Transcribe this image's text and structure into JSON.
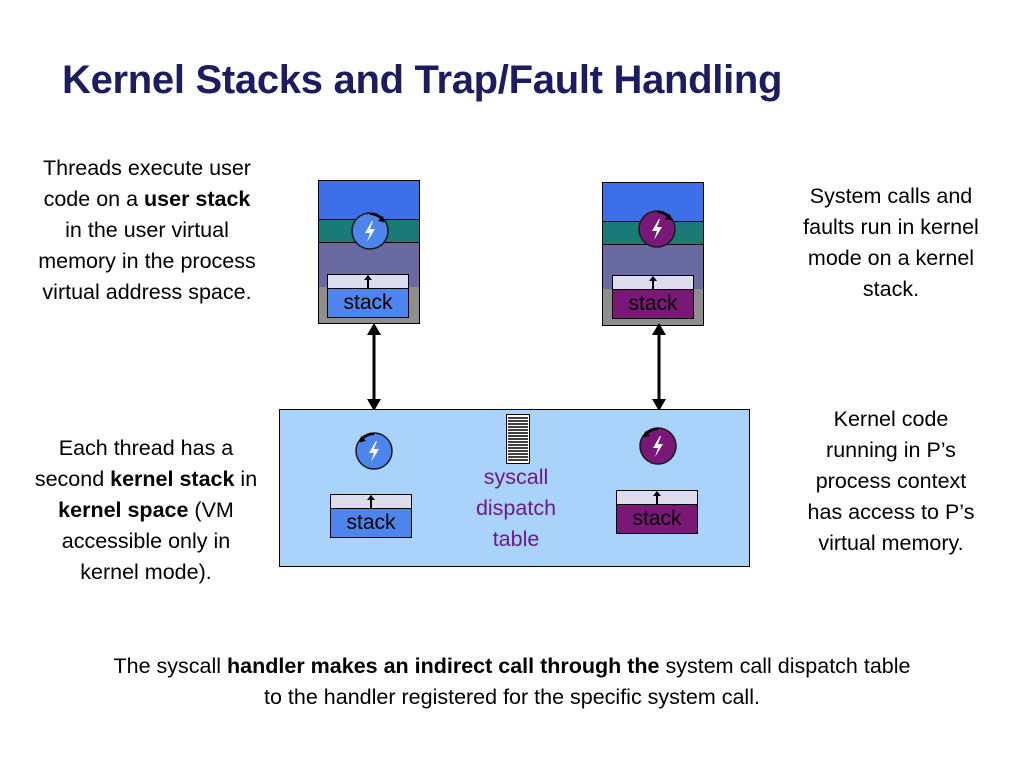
{
  "slide": {
    "title": "Kernel Stacks and Trap/Fault Handling",
    "left_1": {
      "a": "Threads execute user code on a ",
      "b": "user stack",
      "c": " in the user virtual memory in the process virtual address space."
    },
    "left_2": {
      "a": "Each thread has a second ",
      "b": "kernel stack",
      "c": " in ",
      "d": "kernel space",
      "e": " (VM accessible only in kernel mode)."
    },
    "right_1": "System calls and faults run in kernel mode on a kernel stack.",
    "right_2": "Kernel code running in P’s process context has access to P’s virtual memory.",
    "bottom": {
      "a": "The syscall ",
      "b": "handler makes an indirect call through the",
      "c": " system call dispatch table to the handler registered for the specific system call."
    }
  },
  "diagram": {
    "stack_label": "stack",
    "dispatch_label": "syscall dispatch table",
    "colors": {
      "title": "#1c1c5e",
      "kernel_space": "#a9d3fb",
      "user_stack": "#4d85ec",
      "kernel_stack_purple": "#7a1878",
      "thread_blue": "#4d85ec",
      "thread_purple": "#7a1878",
      "dispatch_label": "#6b1a8e"
    },
    "icons": [
      "thread-icon",
      "double-arrow-icon",
      "dispatch-table-icon"
    ]
  }
}
